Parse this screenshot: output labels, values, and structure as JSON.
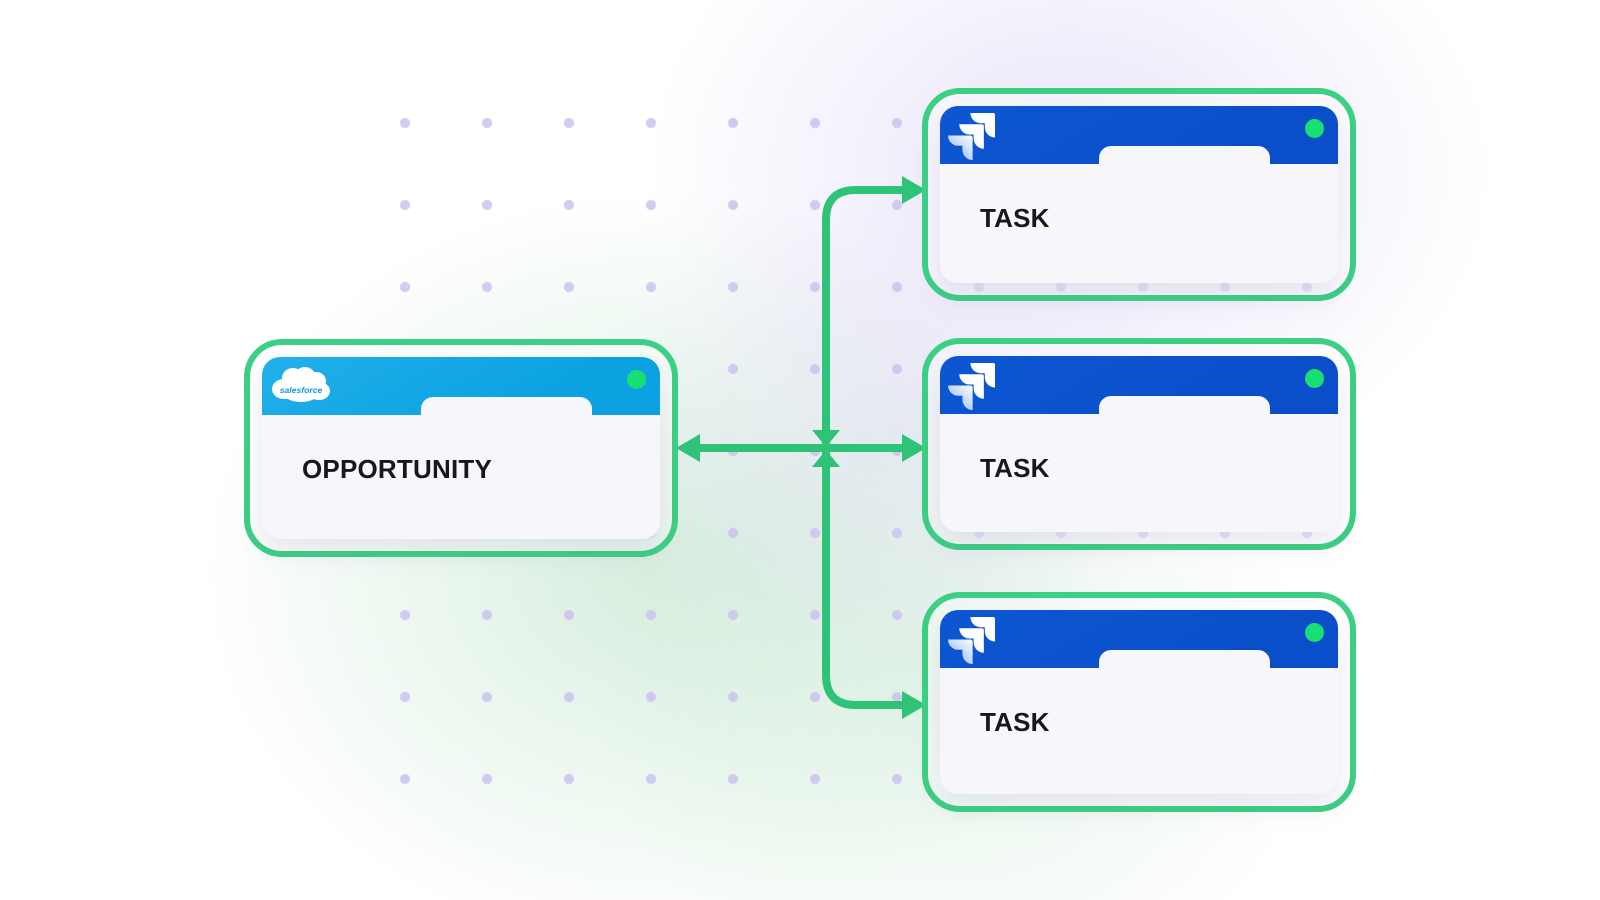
{
  "diagram": {
    "kind": "integration-sync-diagram",
    "colors": {
      "connector_green": "#2fc377",
      "card_border_green": "#3cd084",
      "status_dot_green": "#17df72",
      "salesforce_blue": "#0ca2e2",
      "jira_blue": "#0a4fc9",
      "card_body": "#f6f6fb",
      "grid_dot": "#ccc2f0"
    },
    "cards": {
      "opportunity": {
        "label": "OPPORTUNITY",
        "logo_icon": "salesforce-cloud-icon",
        "logo_text": "salesforce",
        "status_icon": "green-status-dot"
      },
      "tasks": [
        {
          "label": "TASK",
          "logo_icon": "jira-icon",
          "status_icon": "green-status-dot"
        },
        {
          "label": "TASK",
          "logo_icon": "jira-icon",
          "status_icon": "green-status-dot"
        },
        {
          "label": "TASK",
          "logo_icon": "jira-icon",
          "status_icon": "green-status-dot"
        }
      ]
    },
    "connections": [
      {
        "from": "opportunity-card",
        "to": "task-card-1",
        "direction": "bidirectional"
      },
      {
        "from": "opportunity-card",
        "to": "task-card-2",
        "direction": "bidirectional"
      },
      {
        "from": "opportunity-card",
        "to": "task-card-3",
        "direction": "bidirectional"
      }
    ]
  }
}
